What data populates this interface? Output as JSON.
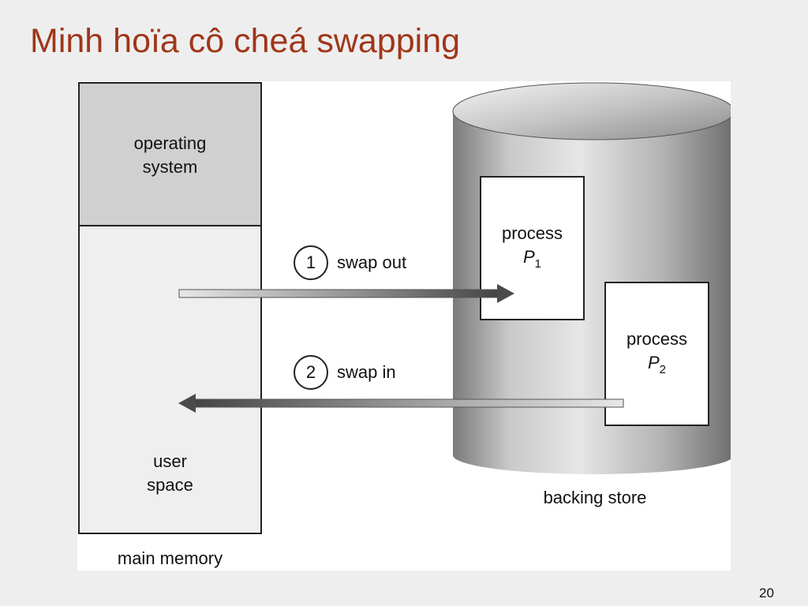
{
  "slide": {
    "title": "Minh hoïa cô cheá swapping",
    "page_number": "20"
  },
  "main_memory": {
    "os_label_line1": "operating",
    "os_label_line2": "system",
    "user_label_line1": "user",
    "user_label_line2": "space",
    "caption": "main memory"
  },
  "backing_store": {
    "caption": "backing store",
    "p1": {
      "label": "process",
      "name": "P",
      "sub": "1"
    },
    "p2": {
      "label": "process",
      "name": "P",
      "sub": "2"
    }
  },
  "steps": [
    {
      "number": "1",
      "label": "swap out",
      "direction": "right"
    },
    {
      "number": "2",
      "label": "swap in",
      "direction": "left"
    }
  ],
  "colors": {
    "title": "#a0361a",
    "os_fill": "#d0d0d0",
    "memory_fill": "#efefef",
    "arrow_dark": "#4a4a4a"
  }
}
